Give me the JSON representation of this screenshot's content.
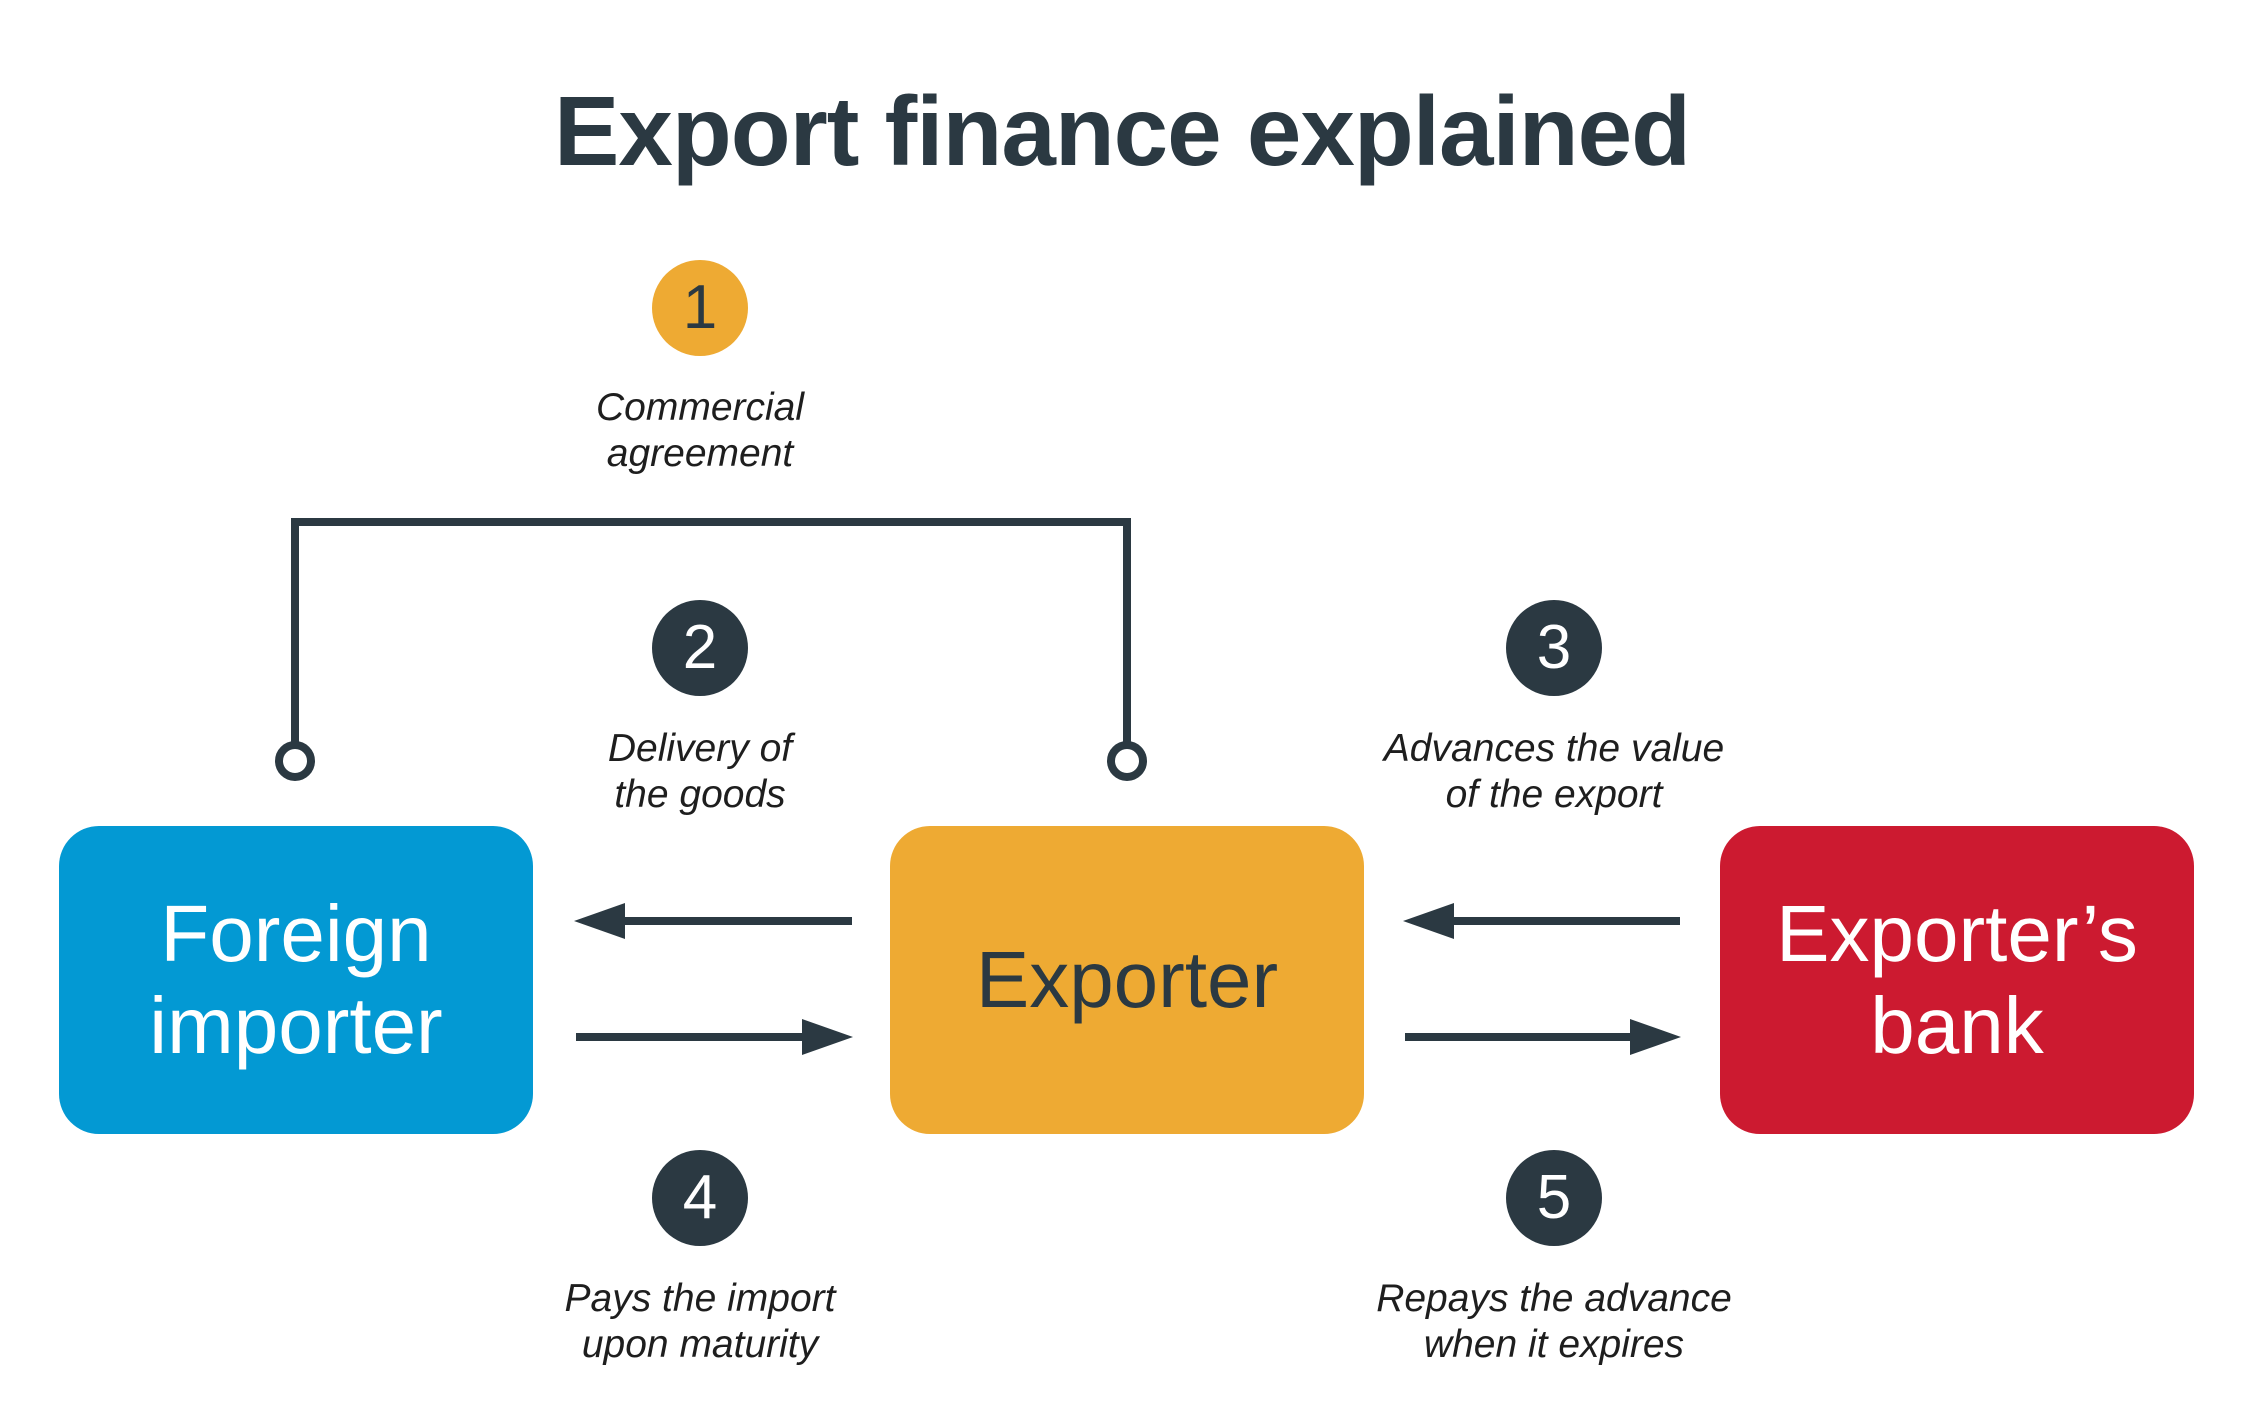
{
  "title": "Export finance explained",
  "colors": {
    "dark": "#2b3942",
    "gold": "#eeaa33",
    "blue": "#0399d3",
    "red": "#cc1a30",
    "caption": "#1e1e1e"
  },
  "parties": {
    "importer": {
      "line1": "Foreign",
      "line2": "importer"
    },
    "exporter": {
      "line1": "Exporter"
    },
    "bank": {
      "line1": "Exporter’s",
      "line2": "bank"
    }
  },
  "steps": [
    {
      "number": "1",
      "line1": "Commercial",
      "line2": "agreement"
    },
    {
      "number": "2",
      "line1": "Delivery of",
      "line2": "the goods"
    },
    {
      "number": "3",
      "line1": "Advances the value",
      "line2": "of the export"
    },
    {
      "number": "4",
      "line1": "Pays the import",
      "line2": "upon maturity"
    },
    {
      "number": "5",
      "line1": "Repays the advance",
      "line2": "when it expires"
    }
  ]
}
